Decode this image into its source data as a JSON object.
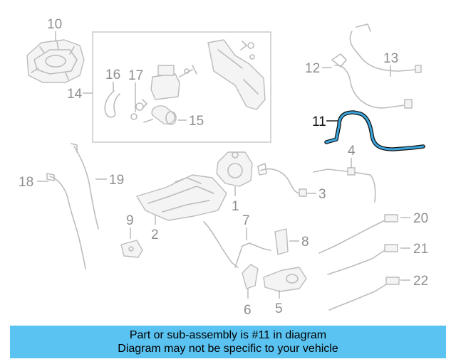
{
  "caption": {
    "line1": "Part or sub-assembly is #11 in diagram",
    "line2": "Diagram may not be specific to your vehicle"
  },
  "colors": {
    "highlight": "#3aa5dc",
    "caption_background": "#5bc3f1",
    "part_lines": "#bcbcbc",
    "callout_text": "#8f8f8f"
  },
  "highlighted_part": "11",
  "callouts": {
    "c1": "1",
    "c2": "2",
    "c3": "3",
    "c4": "4",
    "c5": "5",
    "c6": "6",
    "c7": "7",
    "c8": "8",
    "c9": "9",
    "c10": "10",
    "c11": "11",
    "c12": "12",
    "c13": "13",
    "c14": "14",
    "c15": "15",
    "c16": "16",
    "c17": "17",
    "c18": "18",
    "c19": "19",
    "c20": "20",
    "c21": "21",
    "c22": "22"
  }
}
